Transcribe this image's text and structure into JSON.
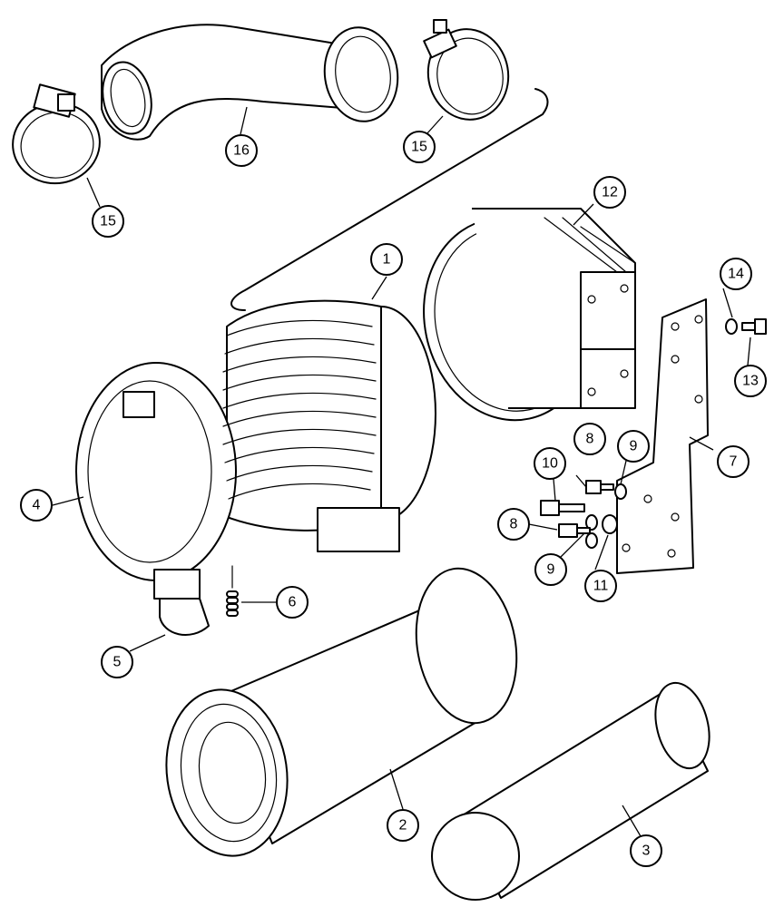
{
  "callouts": [
    {
      "id": "c1",
      "label": "1"
    },
    {
      "id": "c2",
      "label": "2"
    },
    {
      "id": "c3",
      "label": "3"
    },
    {
      "id": "c4",
      "label": "4"
    },
    {
      "id": "c5",
      "label": "5"
    },
    {
      "id": "c6",
      "label": "6"
    },
    {
      "id": "c7",
      "label": "7"
    },
    {
      "id": "c8a",
      "label": "8"
    },
    {
      "id": "c8b",
      "label": "8"
    },
    {
      "id": "c9a",
      "label": "9"
    },
    {
      "id": "c9b",
      "label": "9"
    },
    {
      "id": "c10",
      "label": "10"
    },
    {
      "id": "c11",
      "label": "11"
    },
    {
      "id": "c12",
      "label": "12"
    },
    {
      "id": "c13",
      "label": "13"
    },
    {
      "id": "c14",
      "label": "14"
    },
    {
      "id": "c15a",
      "label": "15"
    },
    {
      "id": "c15b",
      "label": "15"
    },
    {
      "id": "c16",
      "label": "16"
    }
  ]
}
